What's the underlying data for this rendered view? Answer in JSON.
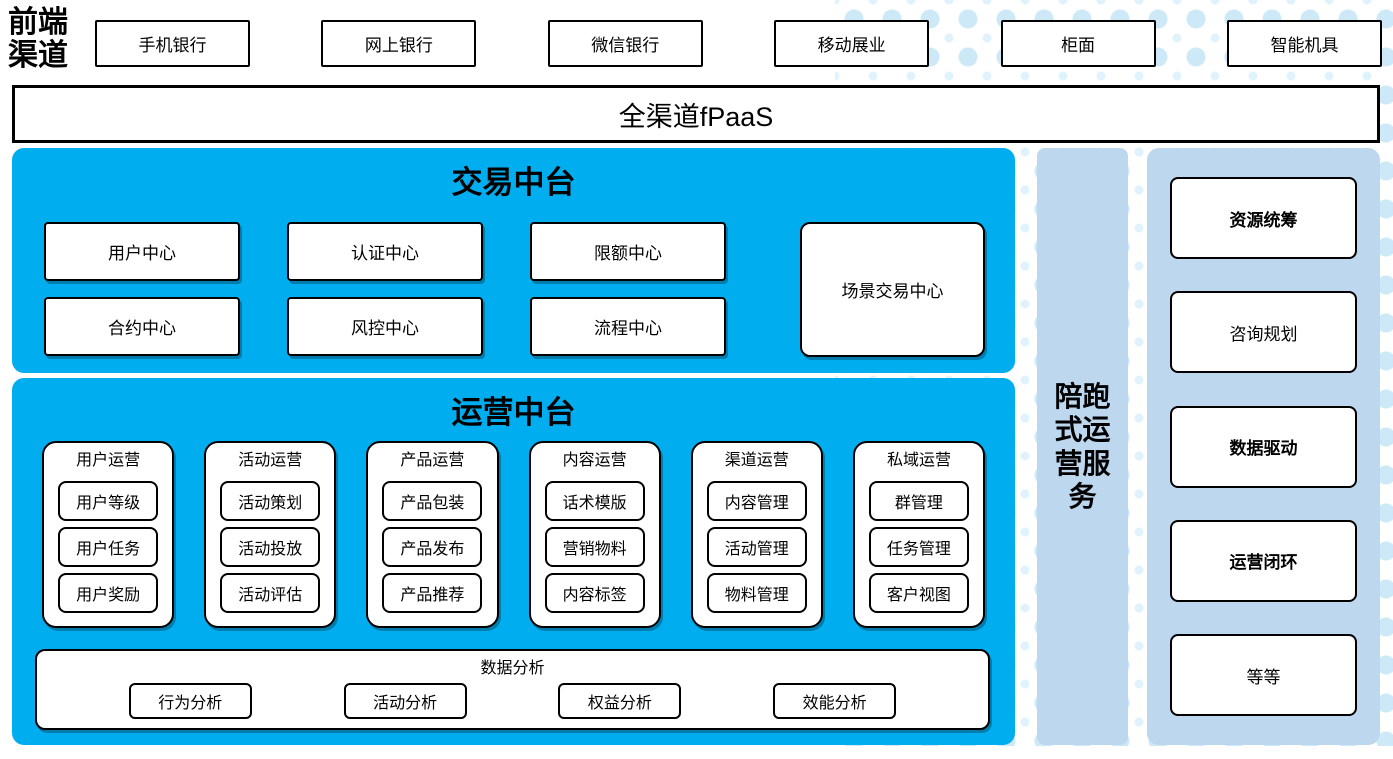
{
  "colors": {
    "primary_blue": "#00AEEF",
    "light_blue": "#BDD7EE",
    "dot_blue": "#CDE9F7"
  },
  "channels": {
    "label_lines": [
      "前端",
      "渠道"
    ],
    "items": [
      "手机银行",
      "网上银行",
      "微信银行",
      "移动展业",
      "柜面",
      "智能机具"
    ]
  },
  "fpaas": {
    "label": "全渠道fPaaS"
  },
  "trade_platform": {
    "title": "交易中台",
    "columns": [
      [
        "用户中心",
        "合约中心"
      ],
      [
        "认证中心",
        "风控中心"
      ],
      [
        "限额中心",
        "流程中心"
      ]
    ],
    "tall_center": "场景交易中心"
  },
  "ops_platform": {
    "title": "运营中台",
    "columns": [
      {
        "header": "用户运营",
        "items": [
          "用户等级",
          "用户任务",
          "用户奖励"
        ]
      },
      {
        "header": "活动运营",
        "items": [
          "活动策划",
          "活动投放",
          "活动评估"
        ]
      },
      {
        "header": "产品运营",
        "items": [
          "产品包装",
          "产品发布",
          "产品推荐"
        ]
      },
      {
        "header": "内容运营",
        "items": [
          "话术模版",
          "营销物料",
          "内容标签"
        ]
      },
      {
        "header": "渠道运营",
        "items": [
          "内容管理",
          "活动管理",
          "物料管理"
        ]
      },
      {
        "header": "私域运营",
        "items": [
          "群管理",
          "任务管理",
          "客户视图"
        ]
      }
    ],
    "analysis": {
      "title": "数据分析",
      "items": [
        "行为分析",
        "活动分析",
        "权益分析",
        "效能分析"
      ]
    }
  },
  "side_service": {
    "label": "陪跑式运营服务"
  },
  "right_panel": {
    "items": [
      "资源统筹",
      "咨询规划",
      "数据驱动",
      "运营闭环",
      "等等"
    ]
  }
}
